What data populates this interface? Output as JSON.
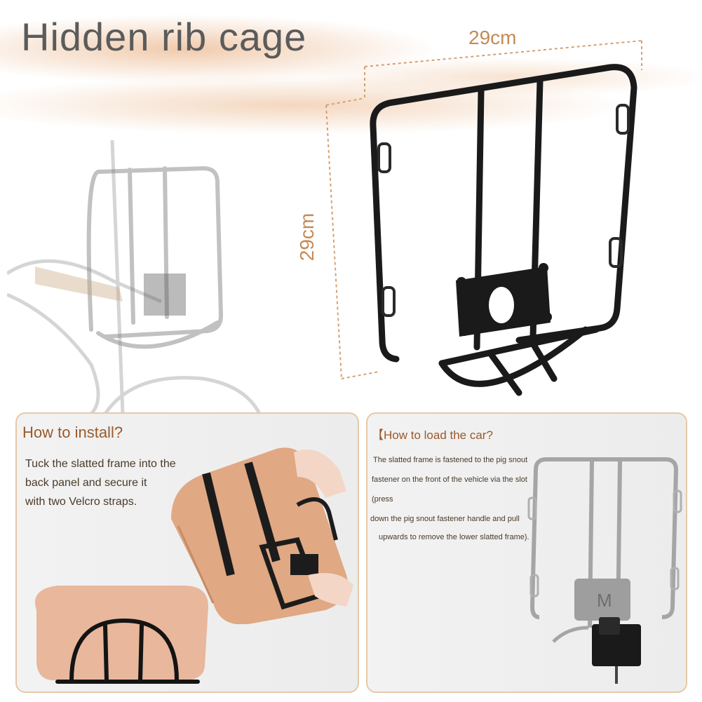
{
  "header": {
    "title": "Hidden rib cage",
    "width_label": "29cm",
    "height_label": "29cm"
  },
  "install": {
    "title": "How to install?",
    "lines": [
      "Tuck the slatted frame into the",
      "back panel and secure it",
      "with two Velcro straps."
    ]
  },
  "load": {
    "title": "【How to load the car?",
    "lines": [
      "The slatted frame is fastened to the pig snout",
      "fastener on the front of the vehicle via the slot",
      "(press",
      "down the pig snout fastener handle and pull",
      "upwards to remove the lower slatted frame)."
    ]
  },
  "colors": {
    "accent": "#c58a56",
    "panel_border": "#e6c9a8",
    "title_text": "#5b5b5b",
    "panel_title": "#9a5a2a",
    "rack": "#1a1a1a"
  },
  "icons": [
    "main-rack-illustration",
    "bike-photo-illustration",
    "bag-illustration",
    "cushion-illustration",
    "small-rack-illustration"
  ]
}
